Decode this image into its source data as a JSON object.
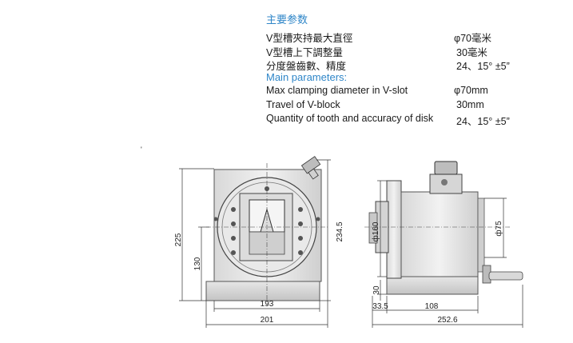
{
  "specs": {
    "cn_heading": "主要参数",
    "cn_rows": [
      {
        "label": "V型槽夾持最大直徑",
        "value": "φ70毫米"
      },
      {
        "label": "V型槽上下調整量",
        "value": "30毫米"
      },
      {
        "label": "分度盤齒數、精度",
        "value": "24、15°  ±5”"
      }
    ],
    "en_heading": "Main parameters:",
    "en_rows": [
      {
        "label": "Max clamping diameter in V-slot",
        "value": "φ70mm"
      },
      {
        "label": "Travel of V-block",
        "value": "30mm"
      },
      {
        "label": "Quantity of tooth and accuracy of disk",
        "value": "24、15°  ±5”"
      }
    ]
  },
  "drawing": {
    "front": {
      "dim_overall_height": "225",
      "dim_center_height": "130",
      "dim_top_height": "234.5",
      "dim_inner_width": "193",
      "dim_base_width": "201"
    },
    "side": {
      "dim_disk_dia": "ф160",
      "dim_bore_dia": "ф75",
      "dim_base_height": "30",
      "dim_offset": "33.5",
      "dim_body_length": "108",
      "dim_overall_length": "252.6"
    }
  }
}
